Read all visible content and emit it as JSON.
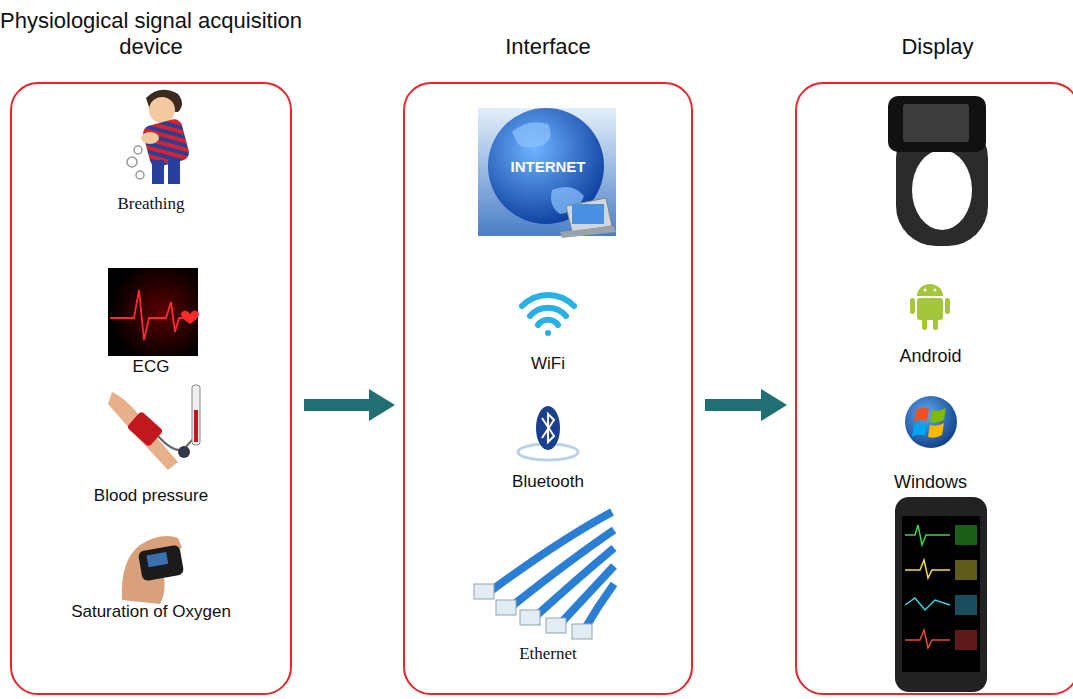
{
  "diagram": {
    "nodes": [
      {
        "text": [
          "Physiological signal acquisition device",
          "Breathing",
          "ECG",
          "Blood pressure",
          "Saturation of Oxygen"
        ]
      },
      {
        "text": [
          "Interface",
          "INTERNET",
          "WiFi",
          "Bluetooth",
          "Ethernet"
        ]
      },
      {
        "text": [
          "Display",
          "Android",
          "Windows"
        ]
      }
    ],
    "edges": [
      {
        "from": 0,
        "to": 1,
        "arrow": "to"
      },
      {
        "from": 1,
        "to": 2,
        "arrow": "to"
      }
    ]
  }
}
